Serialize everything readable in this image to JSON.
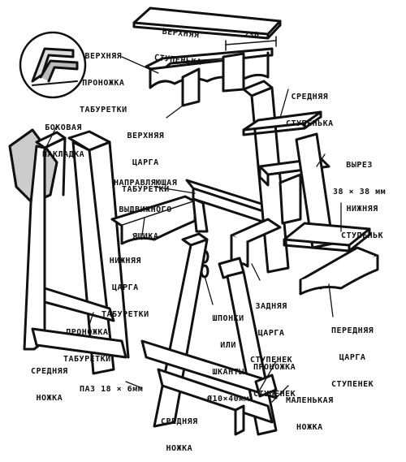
{
  "labels": {
    "top_step": [
      "ВЕРХНЯЯ",
      "СТУПЕНЬКА"
    ],
    "top_stretcher": [
      "ВЕРХНЯЯ",
      "ПРОНОЖКА",
      "ТАБУРЕТКИ"
    ],
    "dim_230": "230",
    "middle_step": [
      "СРЕДНЯЯ",
      "СТУПЕНЬКА"
    ],
    "side_overlay": [
      "БОКОВАЯ",
      "НАКЛАДКА"
    ],
    "top_rail": [
      "ВЕРХНЯЯ",
      "ЦАРГА",
      "ТАБУРЕТКИ"
    ],
    "cutout": [
      "ВЫРЕЗ",
      "38 × 38 мм"
    ],
    "drawer_guide": [
      "НАПРАВЛЯЮЩАЯ",
      "ВЫДВИЖНОГО",
      "ЯЩИКА"
    ],
    "bottom_step": [
      "НИЖНЯЯ",
      "СТУПЕНЬК"
    ],
    "bottom_rail": [
      "НИЖНЯЯ",
      "ЦАРГА",
      "ТАБУРЕТКИ"
    ],
    "back_rail": [
      "ЗАДНЯЯ",
      "ЦАРГА",
      "СТУПЕНЕК"
    ],
    "dowel": [
      "ШПОНКИ",
      "ИЛИ",
      "ШКАНТЫ",
      "Ø10×40мм"
    ],
    "front_rail": [
      "ПЕРЕДНЯЯ",
      "ЦАРГА",
      "СТУПЕНЕК"
    ],
    "stool_stretcher": [
      "ПРОНОЖКА",
      "ТАБУРЕТКИ"
    ],
    "middle_leg_left": [
      "СРЕДНЯЯ",
      "НОЖКА"
    ],
    "steps_stretcher": [
      "ПРОНОЖКА",
      "СТУПЕНЕК"
    ],
    "groove": "ПАЗ 18 × 6мм",
    "small_leg": [
      "МАЛЕНЬКАЯ",
      "НОЖКА"
    ],
    "middle_leg_bottom": [
      "СРЕДНЯЯ",
      "НОЖКА"
    ]
  }
}
